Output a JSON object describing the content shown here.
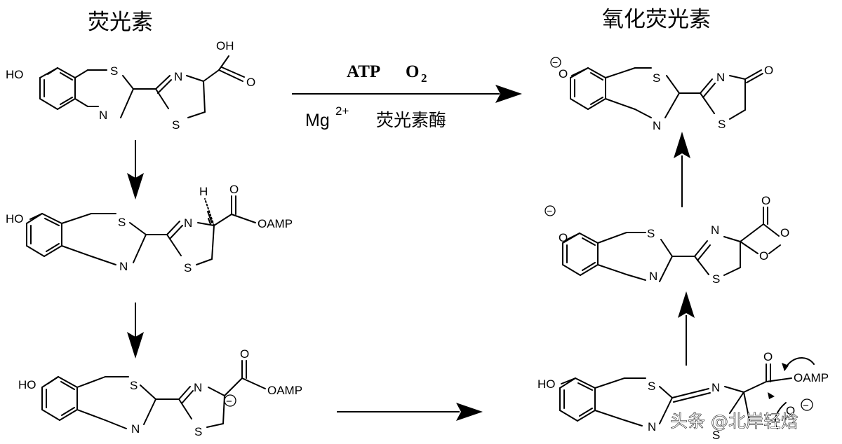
{
  "titles": {
    "left": "荧光素",
    "right": "氧化荧光素"
  },
  "reagents": {
    "atp": "ATP",
    "o2": "O",
    "o2_sub": "2",
    "mg": "Mg",
    "mg_sup": "2+",
    "enzyme": "荧光素酶"
  },
  "atoms": {
    "ho": "HO",
    "o": "O",
    "s": "S",
    "n": "N",
    "h": "H",
    "oh": "OH",
    "oamp": "OAMP",
    "minus": "−"
  },
  "watermark": "头条 @北岸轻焓"
}
